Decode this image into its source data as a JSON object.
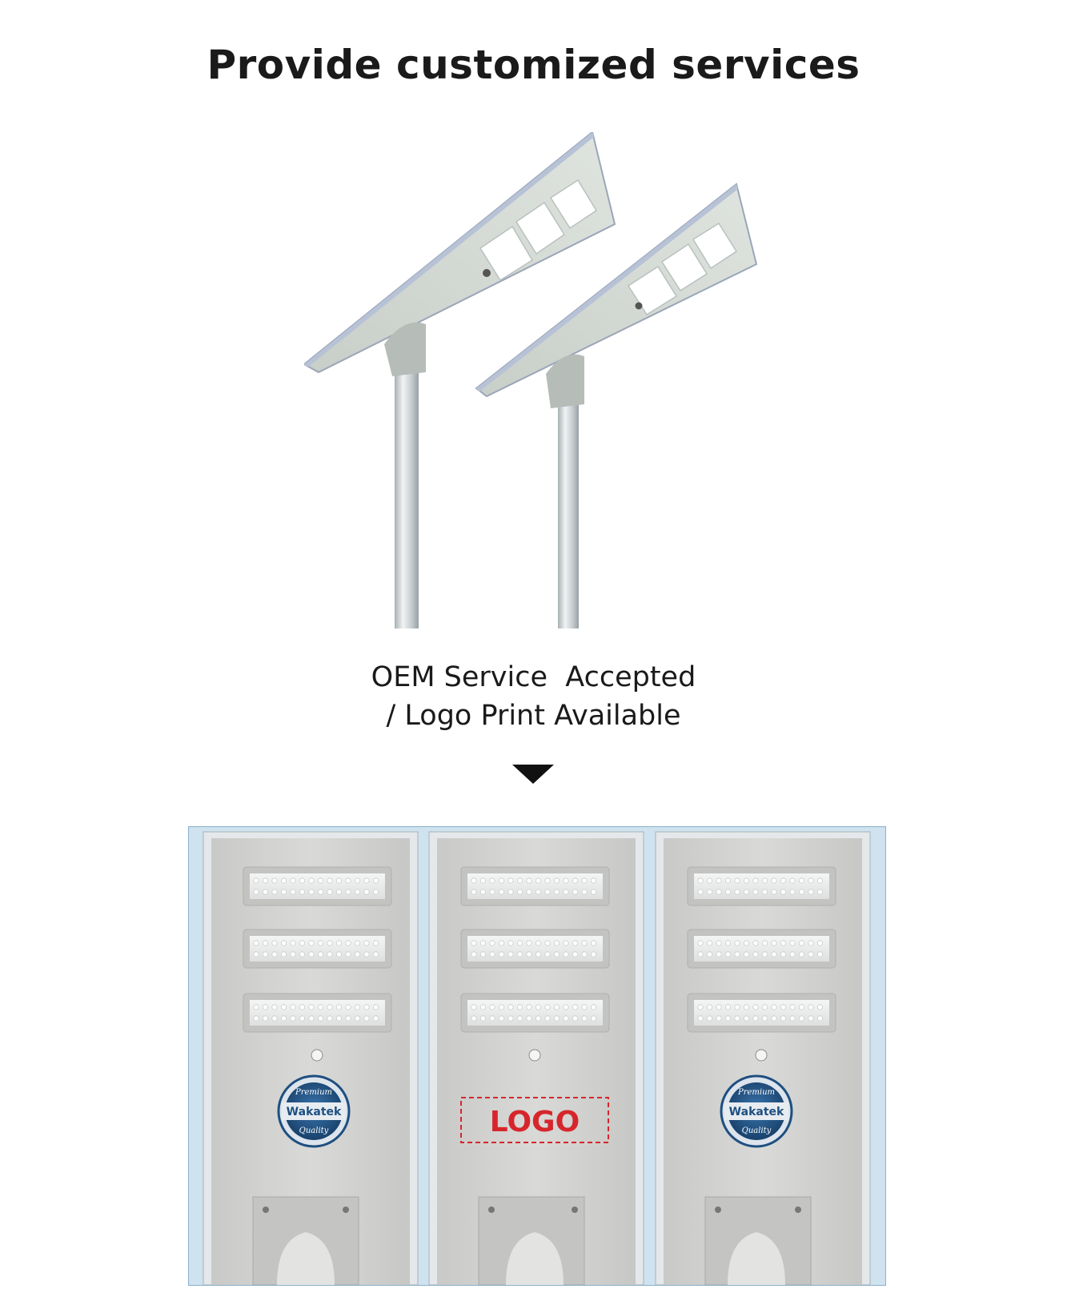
{
  "headline": "Provide customized services",
  "subheading": {
    "line1": "OEM Service  Accepted",
    "line2": "/ Logo Print Available"
  },
  "panels": [
    {
      "badge": {
        "top": "Premium",
        "brand": "Wakatek",
        "bottom": "Quality"
      }
    },
    {
      "placeholder": "LOGO"
    },
    {
      "badge": {
        "top": "Premium",
        "brand": "Wakatek",
        "bottom": "Quality"
      }
    }
  ],
  "colors": {
    "logo_placeholder": "#d6262b",
    "badge_blue": "#1e4f80",
    "panel_bg": "#cfe2ef"
  },
  "icons": [
    "down-arrow-icon"
  ]
}
